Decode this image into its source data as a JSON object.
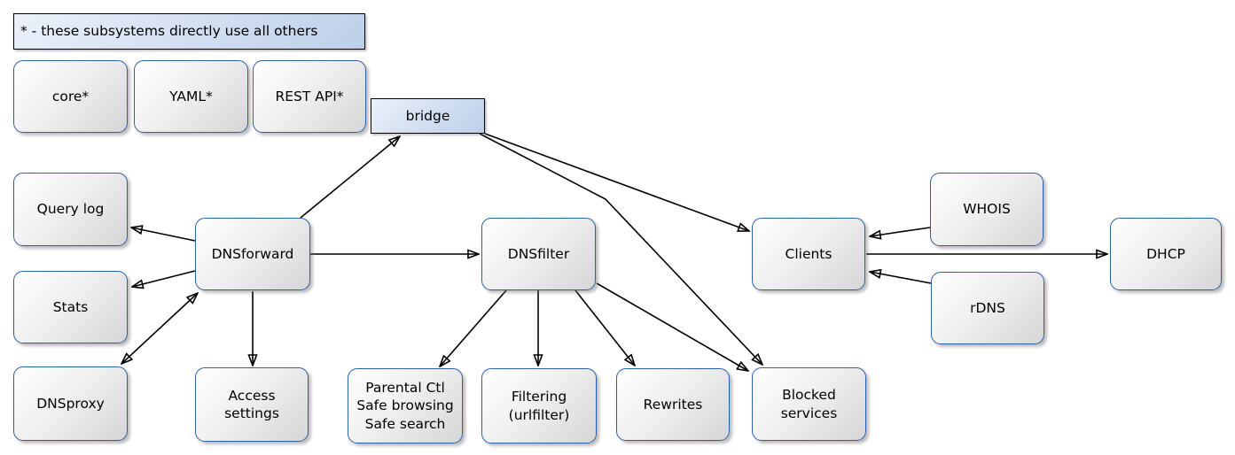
{
  "legend": {
    "label": "* - these subsystems directly use all others"
  },
  "nodes": {
    "core": {
      "label": "core*"
    },
    "yaml": {
      "label": "YAML*"
    },
    "rest_api": {
      "label": "REST API*"
    },
    "bridge": {
      "label": "bridge"
    },
    "query_log": {
      "label": "Query log"
    },
    "stats": {
      "label": "Stats"
    },
    "dnsproxy": {
      "label": "DNSproxy"
    },
    "dnsforward": {
      "label": "DNSforward"
    },
    "access_settings": {
      "label": "Access\nsettings"
    },
    "dnsfilter": {
      "label": "DNSfilter"
    },
    "parental": {
      "label": "Parental Ctl\nSafe browsing\nSafe search"
    },
    "filtering": {
      "label": "Filtering\n(urlfilter)"
    },
    "rewrites": {
      "label": "Rewrites"
    },
    "blocked_services": {
      "label": "Blocked\nservices"
    },
    "clients": {
      "label": "Clients"
    },
    "whois": {
      "label": "WHOIS"
    },
    "rdns": {
      "label": "rDNS"
    },
    "dhcp": {
      "label": "DHCP"
    }
  },
  "edges": [
    {
      "from": "dnsforward",
      "to": "bridge",
      "direction": "single"
    },
    {
      "from": "dnsforward",
      "to": "dnsfilter",
      "direction": "single"
    },
    {
      "from": "dnsforward",
      "to": "query_log",
      "direction": "single"
    },
    {
      "from": "dnsforward",
      "to": "stats",
      "direction": "single"
    },
    {
      "from": "dnsforward",
      "to": "dnsproxy",
      "direction": "both"
    },
    {
      "from": "dnsforward",
      "to": "access_settings",
      "direction": "single"
    },
    {
      "from": "bridge",
      "to": "clients",
      "direction": "single"
    },
    {
      "from": "bridge",
      "to": "blocked_services",
      "direction": "single"
    },
    {
      "from": "dnsfilter",
      "to": "parental",
      "direction": "single"
    },
    {
      "from": "dnsfilter",
      "to": "filtering",
      "direction": "single"
    },
    {
      "from": "dnsfilter",
      "to": "rewrites",
      "direction": "single"
    },
    {
      "from": "dnsfilter",
      "to": "blocked_services",
      "direction": "single"
    },
    {
      "from": "whois",
      "to": "clients",
      "direction": "single"
    },
    {
      "from": "rdns",
      "to": "clients",
      "direction": "single"
    },
    {
      "from": "clients",
      "to": "dhcp",
      "direction": "single"
    }
  ],
  "colors": {
    "node_border": "#2b5fa8",
    "highlight_fill": "#cdddf0",
    "node_fill": "#e4e4e4",
    "edge": "#000000",
    "text": "#000000",
    "background": "#ffffff"
  }
}
